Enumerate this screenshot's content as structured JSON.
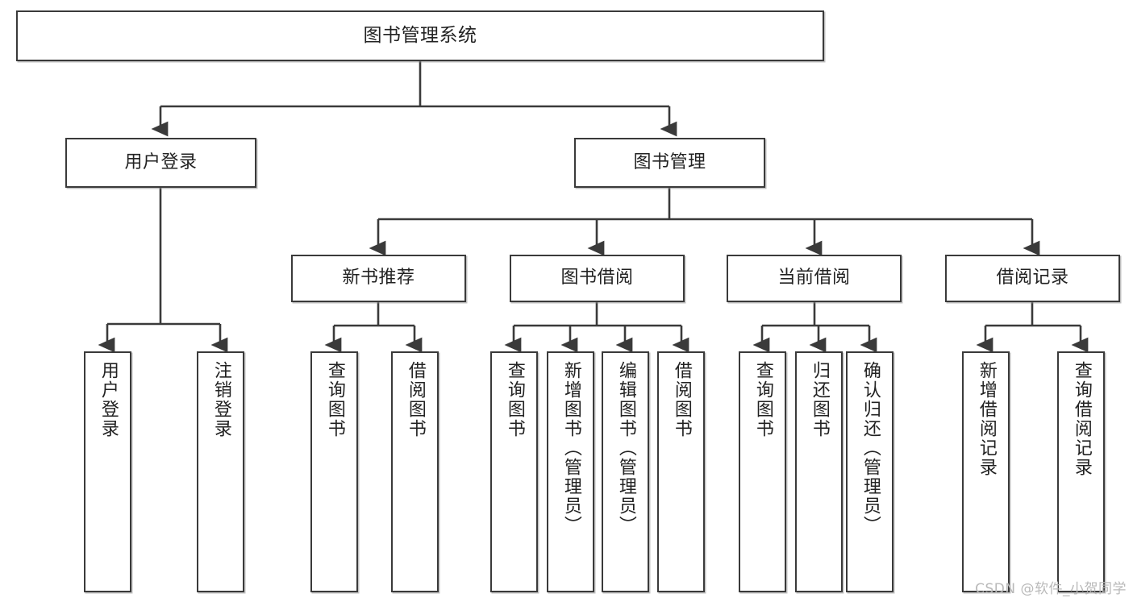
{
  "diagram": {
    "title": "图书管理系统",
    "watermark": "CSDN @软件_小贺同学",
    "stroke_color": "#3a3a3a",
    "background_color": "#ffffff",
    "text_color": "#222222",
    "watermark_color": "#b9b9b9",
    "nodes": {
      "root": {
        "label": "图书管理系统"
      },
      "level2": [
        {
          "label": "用户登录"
        },
        {
          "label": "图书管理"
        }
      ],
      "level3": [
        {
          "label": "新书推荐"
        },
        {
          "label": "图书借阅"
        },
        {
          "label": "当前借阅"
        },
        {
          "label": "借阅记录"
        }
      ],
      "leaves": {
        "user_login": [
          {
            "label": "用户登录"
          },
          {
            "label": "注销登录"
          }
        ],
        "new_book_recommend": [
          {
            "label": "查询图书"
          },
          {
            "label": "借阅图书"
          }
        ],
        "book_borrow": [
          {
            "label": "查询图书"
          },
          {
            "label": "新增图书（管理员）"
          },
          {
            "label": "编辑图书（管理员）"
          },
          {
            "label": "借阅图书"
          }
        ],
        "current_borrow": [
          {
            "label": "查询图书"
          },
          {
            "label": "归还图书"
          },
          {
            "label": "确认归还（管理员）"
          }
        ],
        "borrow_record": [
          {
            "label": "新增借阅记录"
          },
          {
            "label": "查询借阅记录"
          }
        ]
      }
    }
  }
}
